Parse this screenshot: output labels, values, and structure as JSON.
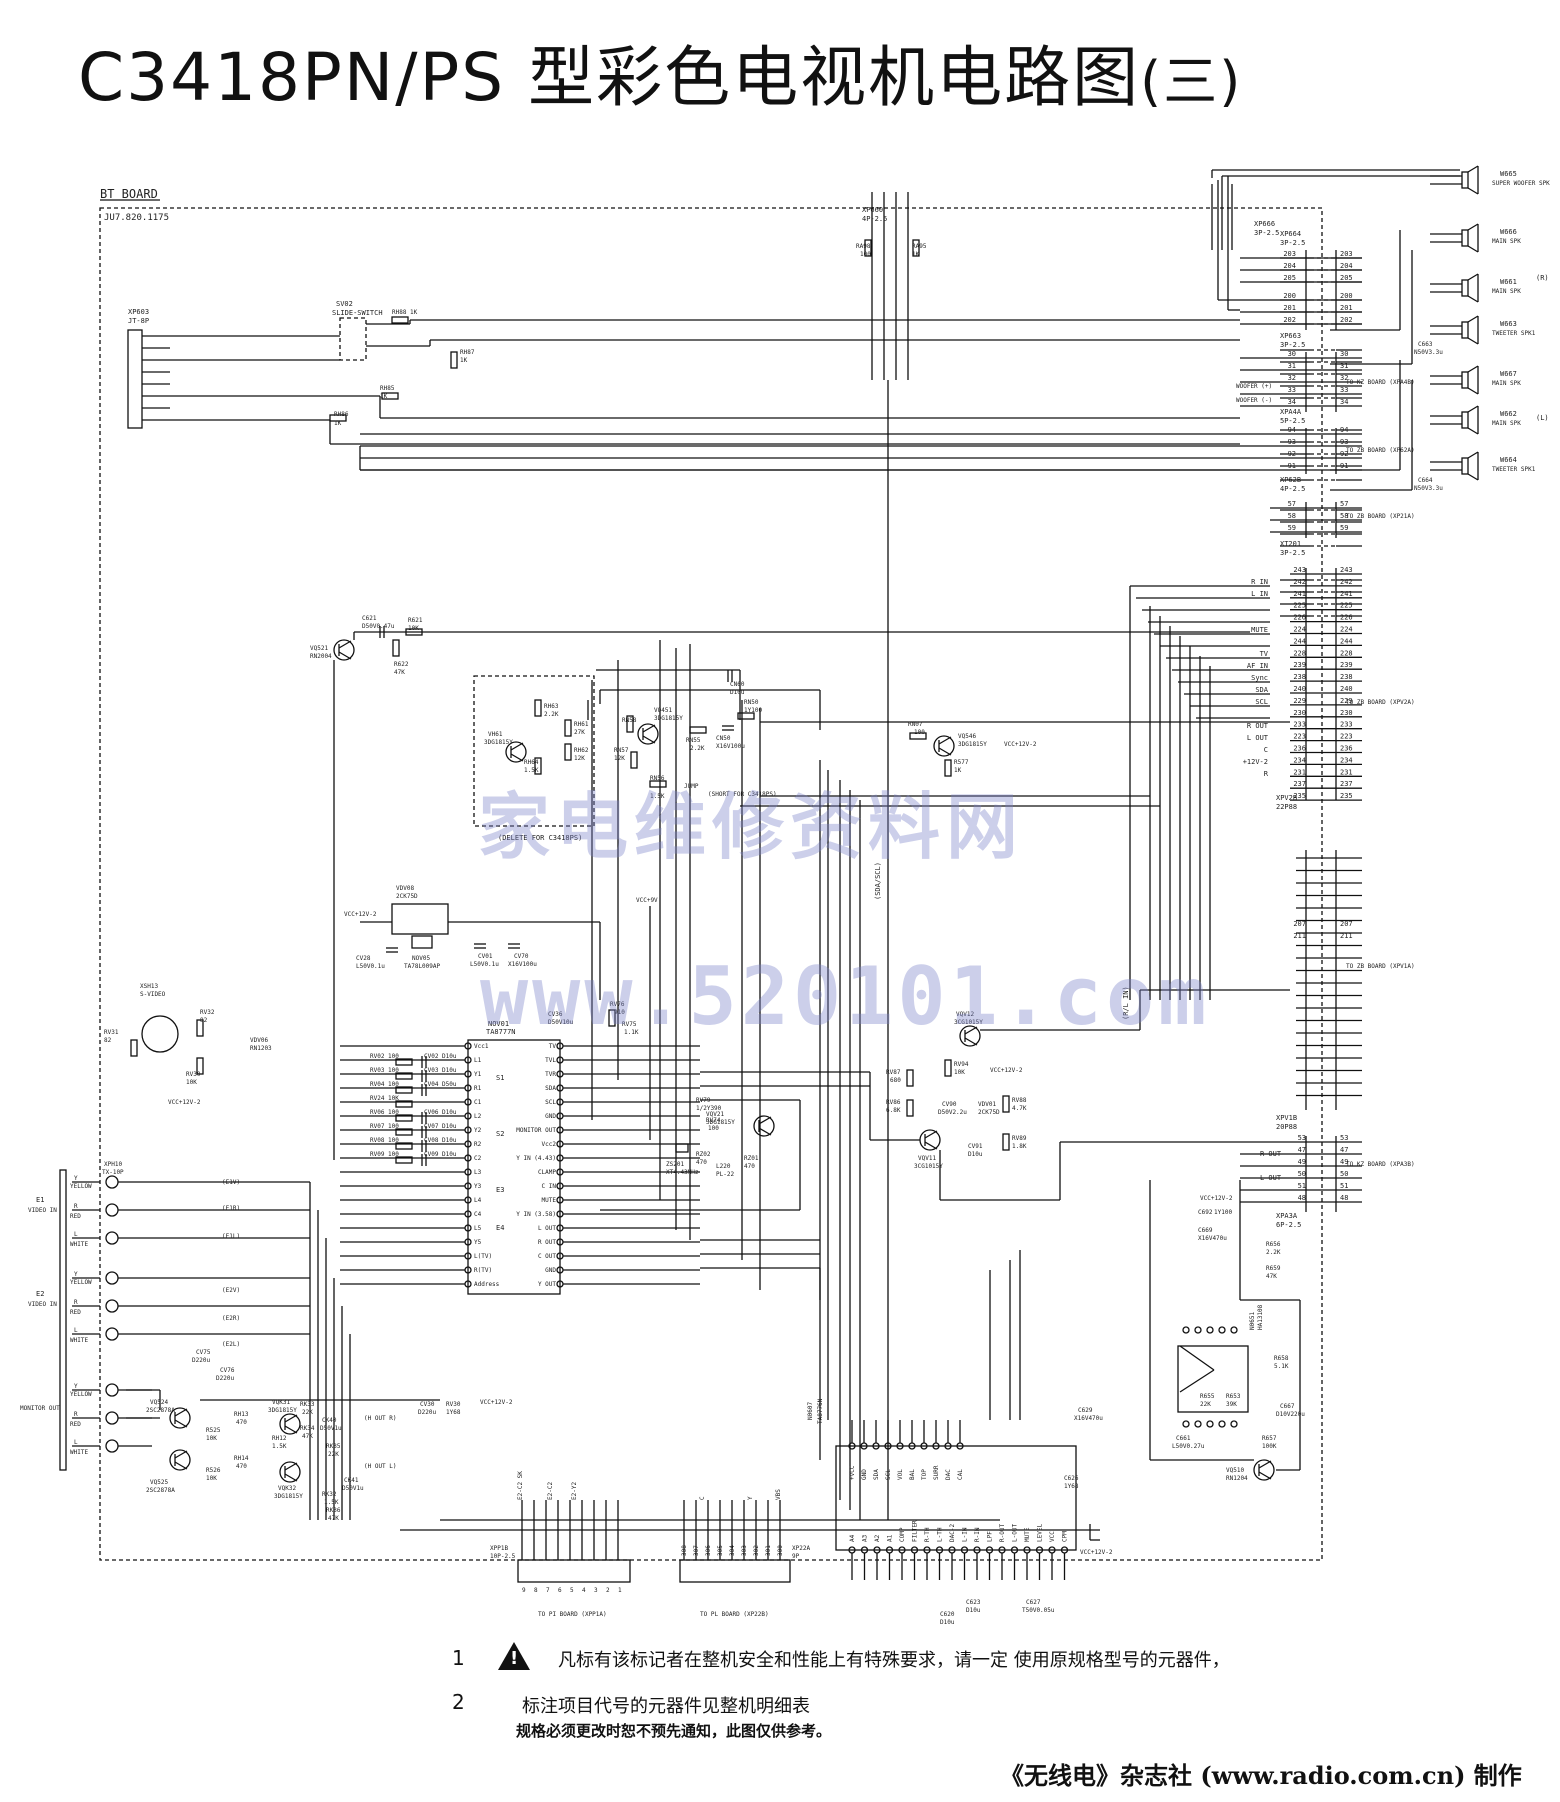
{
  "title": {
    "main": "C3418PN/PS 型彩色电视机电路图",
    "suffix": "(三)"
  },
  "board": {
    "name": "BT BOARD",
    "code": "JU7.820.1175"
  },
  "connectors": {
    "xp603": "XP603",
    "xp603_type": "JT-8P",
    "sv02": "SV02",
    "sv02_type": "SLIDE-SWITCH",
    "xp660": "XP660",
    "xp660_type": "4P-2.5",
    "xp666": "XP666",
    "xp666_type": "3P-2.5",
    "xp664": "XP664",
    "xp664_type": "3P-2.5",
    "xp663": "XP663",
    "xp663_type": "3P-2.5",
    "xpa4a": "XPA4A",
    "xpa4a_type": "5P-2.5",
    "xp62b": "XP62B",
    "xp62b_type": "4P-2.5",
    "xt201": "XT201",
    "xt201_type": "3P-2.5",
    "xpv2b": "XPV2B",
    "xpv2b_type": "22P88",
    "xpv1b": "XPV1B",
    "xpv1b_type": "20P88",
    "xpa3a": "XPA3A",
    "xpa3a_type": "6P-2.5",
    "xph10": "XPH10",
    "xph10_type": "TX-10P",
    "xpp1b": "XPP1B",
    "xpp1b_type": "10P-2.5",
    "xp22a": "XP22A",
    "xp22a_type": "9P"
  },
  "boards_to": {
    "kz_xpa4b": "TO KZ BOARD (XPA4B)",
    "zb_xp62a": "TO ZB BOARD (XP62A)",
    "zb_xp21a": "TO ZB BOARD (XP21A)",
    "zb_xpv2a": "TO ZB BOARD (XPV2A)",
    "zb_xpv1a": "TO ZB BOARD (XPV1A)",
    "kz_xpa3b": "TO KZ BOARD (XPA3B)",
    "pi_xpp1a": "TO PI BOARD (XPP1A)",
    "pl_xp22b": "TO PL BOARD (XP22B)"
  },
  "speakers": [
    {
      "ref": "W665",
      "name": "SUPER WOOFER SPK"
    },
    {
      "ref": "W666",
      "name": "MAIN SPK"
    },
    {
      "ref": "W661",
      "name": "MAIN SPK"
    },
    {
      "ref": "W663",
      "name": "TWEETER SPK1"
    },
    {
      "ref": "W667",
      "name": "MAIN SPK"
    },
    {
      "ref": "W662",
      "name": "MAIN SPK"
    },
    {
      "ref": "W664",
      "name": "TWEETER SPK1"
    }
  ],
  "caps_spk": {
    "c663": "C663",
    "c663_v": "N50V3.3u",
    "c664": "C664",
    "c664_v": "N50V3.3u"
  },
  "channels": {
    "r": "(R)",
    "l": "(L)"
  },
  "woofer": {
    "plus": "WOOFER (+)",
    "minus": "WOOFER (-)"
  },
  "pins_kz": [
    "203",
    "204",
    "205",
    "200",
    "201",
    "202",
    "30",
    "31",
    "32",
    "33",
    "34"
  ],
  "pins_zb62": [
    "94",
    "93",
    "92",
    "91"
  ],
  "pins_zb21": [
    "57",
    "58",
    "59"
  ],
  "pins_v2": [
    "243",
    "242",
    "241",
    "225",
    "226",
    "224",
    "244",
    "228",
    "239",
    "238",
    "240",
    "229",
    "230",
    "233",
    "223",
    "236",
    "234",
    "231",
    "237",
    "235"
  ],
  "sig_v2": {
    "rin": "R IN",
    "lin": "L IN",
    "mute": "MUTE",
    "tv": "TV",
    "afin": "AF IN",
    "sync": "Sync",
    "sda": "SDA",
    "scl": "SCL",
    "rout": "R OUT",
    "lout": "L OUT",
    "c": "C",
    "v12": "+12V-2",
    "r": "R"
  },
  "pins_v1": [
    "207",
    "211"
  ],
  "pins_a3": [
    "53",
    "47",
    "49",
    "50",
    "51",
    "48"
  ],
  "sig_a3": {
    "rout": "R OUT",
    "lout": "L OUT"
  },
  "ic": {
    "nov01": "NOV01",
    "nov01_type": "TA8777N",
    "pins_left": [
      "Vcc1",
      "L1",
      "Y1",
      "R1",
      "C1",
      "L2",
      "Y2",
      "R2",
      "C2",
      "L3",
      "Y3",
      "L4",
      "C4",
      "L5",
      "Y5",
      "L(TV)",
      "R(TV)",
      "Address"
    ],
    "pins_right": [
      "TV",
      "TVL",
      "TVR",
      "SDA",
      "SCL",
      "GND",
      "MONITOR OUT",
      "Vcc2",
      "Y IN (4.43)",
      "CLAMP",
      "C IN",
      "MUTE",
      "Y IN (3.58)",
      "L OUT",
      "R OUT",
      "C OUT",
      "GND",
      "Y OUT"
    ],
    "groups": {
      "s1": "S1",
      "s2": "S2",
      "e3": "E3",
      "e4": "E4"
    },
    "n607": "N0607",
    "n607_type": "TA8776N",
    "n607_top": [
      "+VCC",
      "GND",
      "SDA",
      "SCL",
      "VOL",
      "BAL",
      "TOP",
      "SURR",
      "DAC",
      "CAL"
    ],
    "n607_pins": [
      "A4",
      "A3",
      "A2",
      "A1",
      "COMP",
      "FILTER",
      "R-TH",
      "L-TH",
      "DAC-2",
      "L-IN",
      "R-IN",
      "LPF",
      "R-OUT",
      "L-OUT",
      "MUTE",
      "LEVEL",
      "VCC",
      "CPM"
    ],
    "n651": "N0651",
    "n651_type": "HA13108"
  },
  "blocks": {
    "delete_for": "(DELETE FOR C3418PS)",
    "short_for": "(SHORT FOR C3418PS)",
    "jump": "JUMP",
    "vcc12v2": "VCC+12V-2",
    "vcc9v": "VCC+9V",
    "nov05": "NOV05",
    "nov05_type": "TA78L009AP",
    "vdv08": "VDV08",
    "vdv08_type": "2CK75D",
    "sdascl": "(SDA/SCL)",
    "rl_in": "(R/L IN)",
    "hout_r": "(H OUT R)",
    "hout_l": "(H OUT L)",
    "e1": "E1",
    "e2": "E2",
    "video_in": "VIDEO IN",
    "monitor_out": "MONITOR OUT",
    "y": "Y",
    "yellow": "YELLOW",
    "red": "RED",
    "white": "WHITE",
    "R": "R",
    "L": "L",
    "svideo": "XSH13",
    "svideo_type": "S-VIDEO",
    "bus_e1v": "(E1V)",
    "bus_e1r": "(E1R)",
    "bus_e1l": "(E1L)",
    "bus_e2v": "(E2V)",
    "bus_e2r": "(E2R)",
    "bus_e2l": "(E2L)"
  },
  "parts": {
    "rh88": "RH88",
    "rh88_v": "1K",
    "rh87": "RH87",
    "rh87_v": "1K",
    "rh85": "RH85",
    "rh85_v": "1K",
    "rh86": "RH86",
    "rh86_v": "1K",
    "ra98": "RA98",
    "ra98_v": "100",
    "ra95": "RA95",
    "ra95_v": "1K",
    "vq521": "VQ521",
    "vq521_t": "RN2004",
    "c621": "C621",
    "c621_v": "D50V0.47u",
    "r621": "R621",
    "r621_v": "10K",
    "r622": "R622",
    "r622_v": "47K",
    "vh61": "VH61",
    "vh61_t": "3DG1815Y",
    "rh63": "RH63",
    "rh63_v": "2.2K",
    "rh61": "RH61",
    "rh61_v": "27K",
    "rh62": "RH62",
    "rh62_v": "12K",
    "rh64": "RH64",
    "rh64_v": "1.5K",
    "vq451": "VQ451",
    "vq451_t": "3DG1815Y",
    "rn58": "RN58",
    "rn57": "RN57",
    "rn57_v": "12K",
    "rn55": "RN55",
    "rn55_v": "2.2K",
    "rn56": "RN56",
    "rn56_v": "1.5K",
    "cn60": "CN60",
    "cn60_v": "D10u",
    "rn50": "RN50",
    "rn50_v": "1Y100",
    "cn50": "CN50",
    "cn50_v": "X16V100u",
    "rn07": "RN07",
    "rn07_v": "100",
    "vq546": "VQ546",
    "vq546_t": "3DG1815Y",
    "r577": "R577",
    "r577_v": "1K",
    "cv28": "CV28",
    "cv28_v": "L50V0.1u",
    "cv01": "CV01",
    "cv01_v": "L50V0.1u",
    "cv70": "CV70",
    "cv70_v": "X16V100u",
    "rv31": "RV31",
    "rv31_v": "82",
    "rv32": "RV32",
    "rv32_v": "82",
    "rv30": "RV30",
    "rv30_v": "10K",
    "vdv06": "VDV06",
    "vdv06_v": "RN1203",
    "vqv12": "VQV12",
    "vqv12_t": "3CG1015Y",
    "vqv11": "VQV11",
    "vqv11_t": "3CG1015Y",
    "rv87": "RV87",
    "rv87_v": "680",
    "rv86": "RV86",
    "rv86_v": "6.8K",
    "rv94": "RV94",
    "rv94_v": "10K",
    "rv88": "RV88",
    "rv88_v": "4.7K",
    "rv89": "RV89",
    "rv89_v": "1.8K",
    "cv90": "CV90",
    "cv90_v": "D50V2.2u",
    "cv91": "CV91",
    "cv91_v": "D10u",
    "vdv01": "VDV01",
    "vdv01_v": "2CK75D",
    "vq421": "VQV21",
    "vq421_t": "3DG1815Y",
    "rv79": "RV79",
    "rv79_v": "1/2Y390",
    "rv74": "RV74",
    "rv74_v": "100",
    "rv73": "RV73",
    "rv73_v": "100",
    "rv76": "RV76",
    "rv76_v": "910",
    "rv75": "RV75",
    "rv75_v": "1.1K",
    "cv36": "CV36",
    "cv36_v": "D50V10u",
    "rv02": "RV02 100",
    "rv03": "RV03 100",
    "rv04": "RV04 100",
    "rv24": "RV24 10K",
    "rv06": "RV06 100",
    "rv07": "RV07 100",
    "rv08": "RV08 100",
    "rv09": "RV09 100",
    "cv02": "CV02 D10u",
    "cv03": "CV03 D10u",
    "cv04": "CV04 D50u",
    "cv06": "CV06 D10u",
    "cv07": "CV07 D10u",
    "cv08": "CV08 D10u",
    "cv09": "CV09 D10u",
    "rz02": "RZ02",
    "rz02_v": "470",
    "rz01": "RZ01",
    "rz01_v": "470",
    "zs201": "ZS201",
    "zs201_v": "XT4.43MHz",
    "l220": "L220",
    "l220_v": "PL-22",
    "rh13": "RH13",
    "rh13_v": "470",
    "rh14": "RH14",
    "rh14_v": "470",
    "rh12": "RH12",
    "rh12_v": "1.5K",
    "rk33": "RK33",
    "rk33_v": "22K",
    "rk34": "RK34",
    "rk34_v": "47K",
    "rk35": "RK35",
    "rk35_v": "22K",
    "rk36": "RK36",
    "rk36_v": "47K",
    "rk32": "RK32",
    "rk32_v": "1.5K",
    "vqk31": "VQK31",
    "vqk31_t": "3DG1815Y",
    "vqk32": "VQK32",
    "vqk32_t": "3DG1815Y",
    "vq524": "VQ524",
    "vq524_t": "2SC2878A",
    "vq525": "VQ525",
    "vq525_t": "2SC2878A",
    "r525": "R525",
    "r525_v": "10K",
    "r526": "R526",
    "r526_v": "10K",
    "cv75": "CV75",
    "cv75_v": "D220u",
    "cv76": "CV76",
    "cv76_v": "D220u",
    "ck40": "CK40",
    "ck40_v": "D50V1u",
    "ck41": "CK41",
    "ck41_v": "D50V1u",
    "cv30": "CV30",
    "cv30_v": "D220u",
    "rv30b": "RV30",
    "rv30b_v": "1Y68",
    "vq510": "VQ510",
    "vq510_t": "RN1204",
    "c692": "C692",
    "c692_v": "1Y100",
    "c669": "C669",
    "c669_v": "X16V470u",
    "r656": "R656",
    "r656_v": "2.2K",
    "r659": "R659",
    "r659_v": "47K",
    "r658": "R658",
    "r658_v": "5.1K",
    "r657": "R657",
    "r657_v": "100K",
    "c667": "C667",
    "c667_v": "D10V220u",
    "c661": "C661",
    "c661_v": "L50V0.27u",
    "r655": "R655",
    "r655_v": "22K",
    "r653": "R653",
    "r653_v": "39K",
    "c626": "C626",
    "c626_v": "1Y68",
    "c629": "C629",
    "c629_v": "X16V470u",
    "c627": "C627",
    "c627_v": "T50V0.05u",
    "c620": "C620",
    "c620_v": "D10u",
    "c623": "C623",
    "c623_v": "D10u"
  },
  "bottom_pins_p1": [
    "9",
    "8",
    "7",
    "6",
    "5",
    "4",
    "3",
    "2",
    "1"
  ],
  "bottom_sig_p1": [
    "E2-C2 SK",
    "E2-C2",
    "E2-Y2"
  ],
  "bottom_pins_p2": [
    "308",
    "307",
    "306",
    "305",
    "304",
    "303",
    "302",
    "301",
    "300"
  ],
  "bottom_sig_p2": [
    "C",
    "Y",
    "VBS"
  ],
  "watermark": {
    "cn": "家电维修资料网",
    "url": "www.520101.com"
  },
  "notes": {
    "n1": "1",
    "n1_text": "凡标有该标记者在整机安全和性能上有特殊要求，请一定 使用原规格型号的元器件，",
    "n2": "2",
    "n2_text": "标注项目代号的元器件见整机明细表",
    "n3_text": "规格必须更改时恕不预先通知，此图仅供参考。"
  },
  "credit": "《无线电》杂志社 (www.radio.com.cn) 制作"
}
